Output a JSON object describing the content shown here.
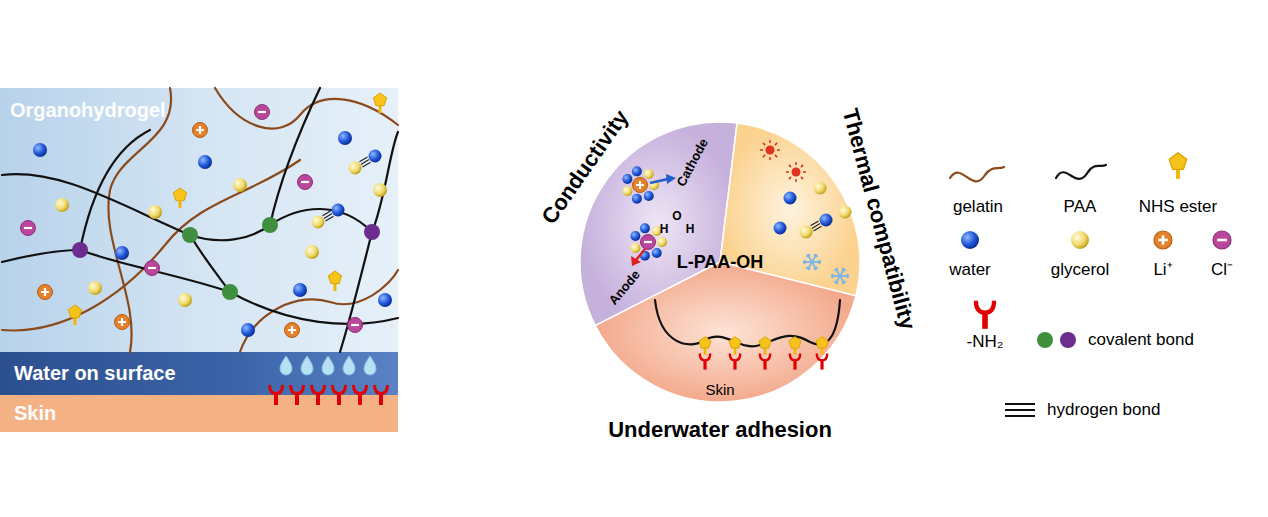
{
  "diagram": {
    "nodes": [
      {
        "text": [
          "Organohydrogel"
        ]
      },
      {
        "text": [
          "Water on surface"
        ]
      },
      {
        "text": [
          "Skin"
        ]
      },
      {
        "text": [
          "L-PAA-OH"
        ]
      },
      {
        "text": [
          "Conductivity",
          "Cathode",
          "Anode"
        ],
        "in": 3
      },
      {
        "text": [
          "Thermal compatibility"
        ],
        "in": 3
      },
      {
        "text": [
          "Underwater adhesion",
          "Skin"
        ],
        "in": 3
      }
    ],
    "labels": [
      "H",
      "O",
      "H"
    ],
    "legend": [
      {
        "text": "gelatin"
      },
      {
        "text": "PAA"
      },
      {
        "text": "NHS ester"
      },
      {
        "text": "water"
      },
      {
        "text": "glycerol"
      },
      {
        "text": "Li⁺"
      },
      {
        "text": "Cl⁻"
      },
      {
        "text": "-NH₂"
      },
      {
        "text": "covalent bond"
      },
      {
        "text": "hydrogen bond"
      }
    ]
  }
}
